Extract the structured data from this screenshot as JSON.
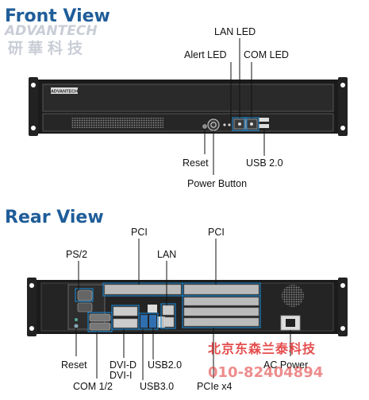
{
  "front": {
    "title": "Front View",
    "labels": {
      "lan_led": "LAN LED",
      "alert_led": "Alert LED",
      "com_led": "COM LED",
      "reset": "Reset",
      "usb": "USB 2.0",
      "power": "Power Button"
    },
    "brand_plate": "ADVANTECH"
  },
  "rear": {
    "title": "Rear View",
    "labels": {
      "pci_left": "PCI",
      "pci_right": "PCI",
      "ps2": "PS/2",
      "lan": "LAN",
      "reset": "Reset",
      "dvid": "DVI-D",
      "dvii": "DVI-I",
      "usb2": "USB2.0",
      "ac_power": "AC Power",
      "com12": "COM 1/2",
      "usb3": "USB3.0",
      "pcie": "PCIe x4"
    }
  },
  "watermarks": {
    "brand": "ADVANTECH",
    "cn_top": "研華科技",
    "cn_bottom": "北京东森兰泰科技",
    "phone": "010-82404894"
  },
  "colors": {
    "title": "#1f5d99",
    "callout": "#1c7fc3",
    "watermark_red": "#e03030",
    "chassis": "#1b1b1b"
  }
}
